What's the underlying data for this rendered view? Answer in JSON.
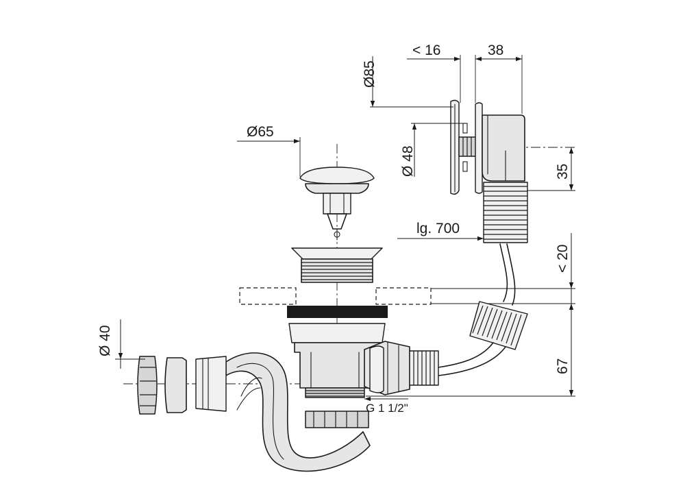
{
  "labels": {
    "overflow_diameter": "Ø85",
    "overflow_depth_max": "< 16",
    "overflow_depth": "38",
    "overflow_inner_diameter": "Ø 48",
    "overflow_offset": "35",
    "plug_diameter": "Ø65",
    "hose_length": "lg. 700",
    "tub_thickness_max": "< 20",
    "drain_height": "67",
    "outlet_diameter": "Ø 40",
    "thread": "G 1 1/2\""
  },
  "colors": {
    "line": "#1a1a1a",
    "part_fill": "#e6e6e6",
    "part_shade": "#d6d6d6",
    "background": "#ffffff"
  }
}
